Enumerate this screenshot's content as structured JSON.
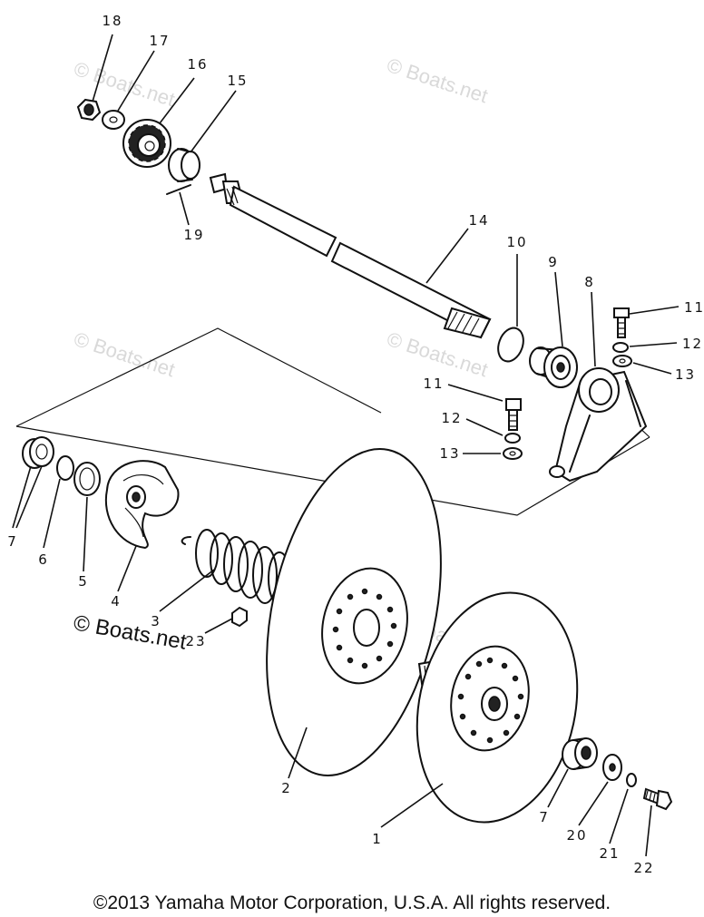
{
  "diagram": {
    "callouts": {
      "c1": "1",
      "c2": "2",
      "c3": "3",
      "c4": "4",
      "c5": "5",
      "c6": "6",
      "c7a": "7",
      "c7b": "7",
      "c8": "8",
      "c9": "9",
      "c10": "10",
      "c11a": "11",
      "c11b": "11",
      "c12a": "12",
      "c12b": "12",
      "c13a": "13",
      "c13b": "13",
      "c14": "14",
      "c15": "15",
      "c16": "16",
      "c17": "17",
      "c18": "18",
      "c19": "19",
      "c20": "20",
      "c21": "21",
      "c22": "22",
      "c23": "23"
    },
    "watermarks": {
      "light": "© Boats.net",
      "dark": "© Boats.net"
    }
  },
  "footer": {
    "copyright": "©2013 Yamaha Motor Corporation, U.S.A. All rights reserved."
  }
}
